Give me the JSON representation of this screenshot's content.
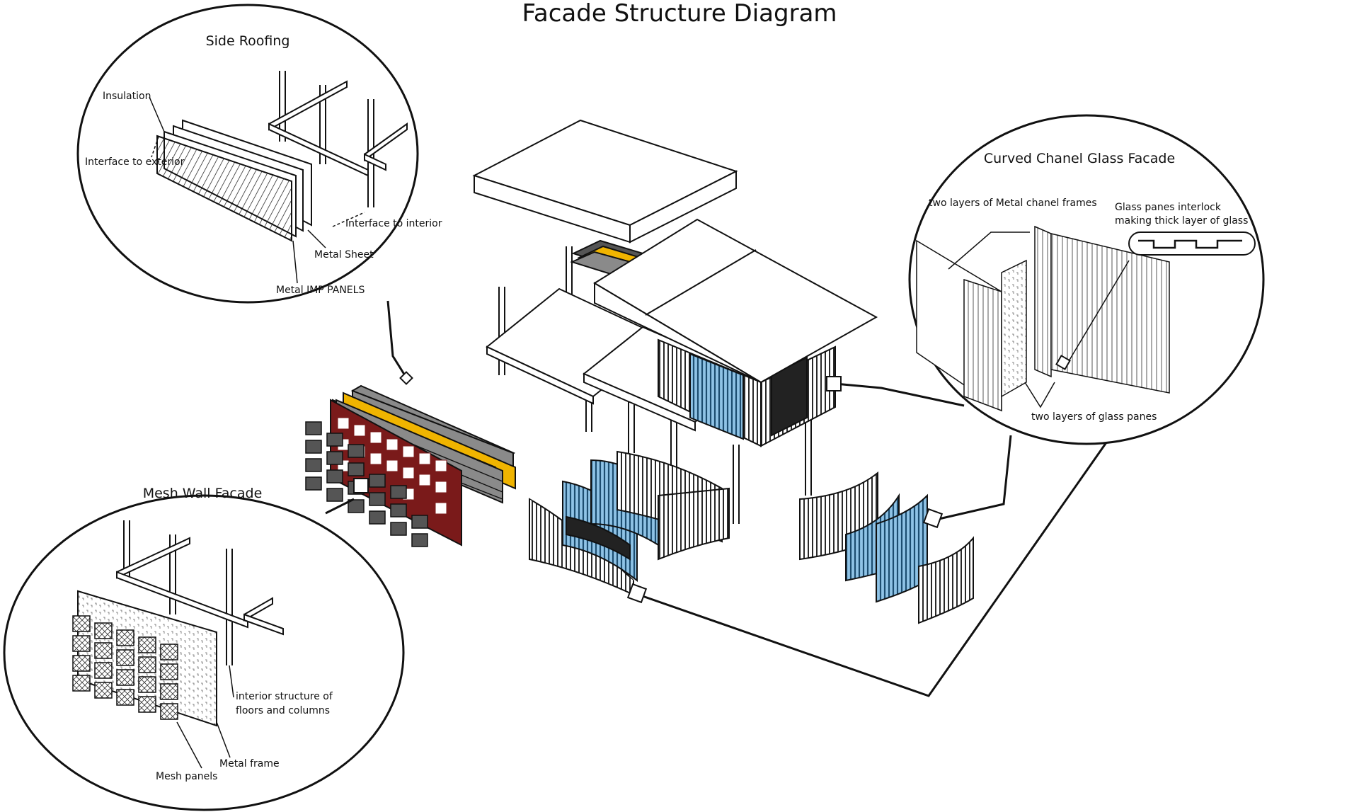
{
  "title": "Facade Structure Diagram",
  "callouts": {
    "side_roofing": {
      "heading": "Side Roofing",
      "insulation": "Insulation",
      "interface_exterior": "Interface to exterior",
      "interface_interior": "Interface to interior",
      "metal_sheet": "Metal Sheet",
      "metal_imp_panels": "Metal IMP PANELS"
    },
    "curved_glass": {
      "heading": "Curved Chanel Glass Facade",
      "metal_frames": "two layers of Metal chanel frames",
      "interlock_line1": "Glass panes interlock",
      "interlock_line2": "making thick layer of glass",
      "glass_panes": "two layers of glass panes"
    },
    "mesh_wall": {
      "heading": "Mesh Wall Facade",
      "interior_line1": "interior structure of",
      "interior_line2": "floors and columns",
      "metal_frame": "Metal frame",
      "mesh_panels": "Mesh panels"
    }
  },
  "colors": {
    "stroke": "#111111",
    "blue_glass": "#2f6e98",
    "yellow_panel": "#f0b400",
    "gray_panel": "#8a8a8a",
    "dark_gray": "#555555",
    "red_frame": "#7a1a1a"
  }
}
